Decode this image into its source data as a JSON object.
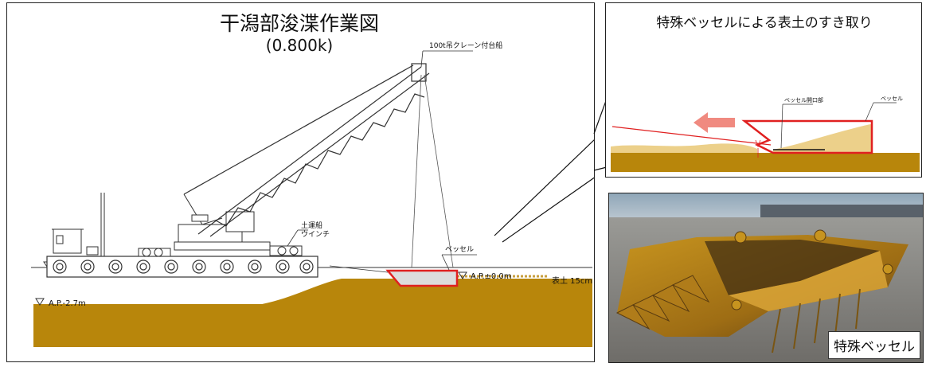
{
  "main": {
    "title": "干潟部浚渫作業図",
    "subtitle": "(0.800k)",
    "crane_label": "100t吊クレーン付台船",
    "barge_label": "土運船",
    "winch_label": "ウインチ",
    "vessel_label": "ベッセル",
    "level_label": "A.P.±0.0m",
    "depth_label": "A.P.-2.7m",
    "topsoil_label": "表土 15cm"
  },
  "inset": {
    "title": "特殊ベッセルによる表土のすき取り",
    "opening_label": "ベッセル開口部",
    "vessel_label": "ベッセル"
  },
  "photo": {
    "caption": "特殊ベッセル"
  },
  "colors": {
    "soil": "#b8860b",
    "sand": "#ecd08a",
    "red": "#e02020",
    "arrow": "#f08a80"
  }
}
